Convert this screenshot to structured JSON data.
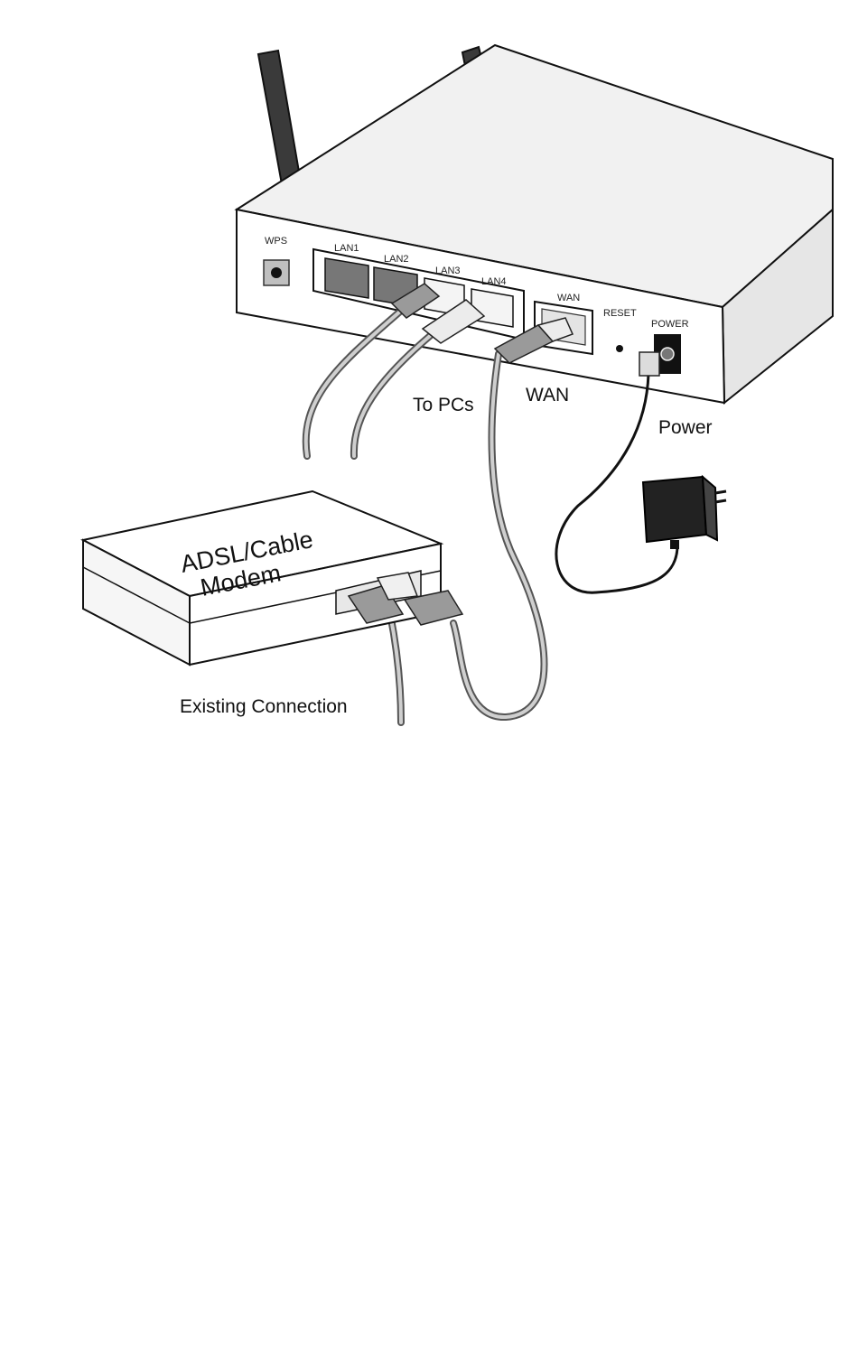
{
  "router": {
    "ports": {
      "wps": "WPS",
      "lan1": "LAN1",
      "lan2": "LAN2",
      "lan3": "LAN3",
      "lan4": "LAN4",
      "wan": "WAN",
      "reset": "RESET",
      "power": "POWER"
    }
  },
  "callouts": {
    "to_pcs": "To PCs",
    "wan": "WAN",
    "power": "Power",
    "modem_line1": "ADSL/Cable",
    "modem_line2": "Modem",
    "existing_connection": "Existing Connection"
  }
}
